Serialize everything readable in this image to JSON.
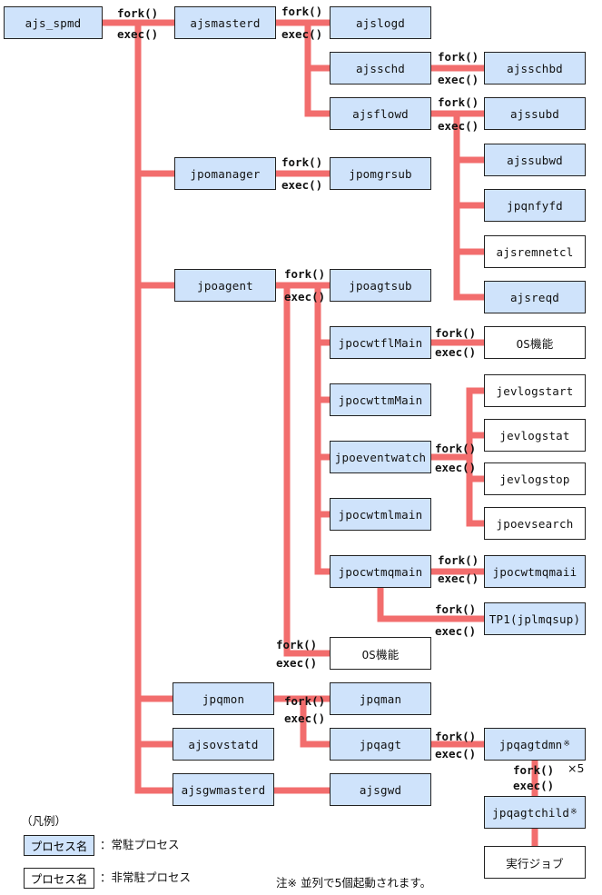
{
  "colors": {
    "resident_fill": "#cfe3fb",
    "non_resident_fill": "#ffffff",
    "connector": "#f26d6d"
  },
  "call_labels": {
    "fork": "fork()",
    "exec": "exec()"
  },
  "processes": {
    "ajs_spmd": "ajs_spmd",
    "ajsmasterd": "ajsmasterd",
    "ajslogd": "ajslogd",
    "ajsschd": "ajsschd",
    "ajsschbd": "ajsschbd",
    "ajsflowd": "ajsflowd",
    "ajssubd": "ajssubd",
    "ajssubwd": "ajssubwd",
    "jpqnfyfd": "jpqnfyfd",
    "ajsremnetcl": "ajsremnetcl",
    "ajsreqd": "ajsreqd",
    "jpomanager": "jpomanager",
    "jpomgrsub": "jpomgrsub",
    "jpoagent": "jpoagent",
    "jpoagtsub": "jpoagtsub",
    "jpocwtflMain": "jpocwtflMain",
    "os1": "OS機能",
    "jpocwttmMain": "jpocwttmMain",
    "jpoeventwatch": "jpoeventwatch",
    "jevlogstart": "jevlogstart",
    "jevlogstat": "jevlogstat",
    "jevlogstop": "jevlogstop",
    "jpoevsearch": "jpoevsearch",
    "jpocwtmlmain": "jpocwtmlmain",
    "jpocwtmqmain": "jpocwtmqmain",
    "jpocwtmqmaii": "jpocwtmqmaii",
    "tp1": "TP1(jplmqsup)",
    "os2": "OS機能",
    "jpqmon": "jpqmon",
    "jpqman": "jpqman",
    "ajsovstatd": "ajsovstatd",
    "jpqagt": "jpqagt",
    "jpqagtdmn": "jpqagtdmn",
    "ajsgwmasterd": "ajsgwmasterd",
    "ajsgwd": "ajsgwd",
    "jpqagtchild": "jpqagtchild",
    "job": "実行ジョブ"
  },
  "note_mark": "※",
  "multiplier": "×5",
  "legend": {
    "title": "（凡例）",
    "sample_label": "プロセス名",
    "resident_desc": "：常駐プロセス",
    "non_resident_desc": "：非常駐プロセス"
  },
  "footnote": "注※  並列で5個起動されます。"
}
